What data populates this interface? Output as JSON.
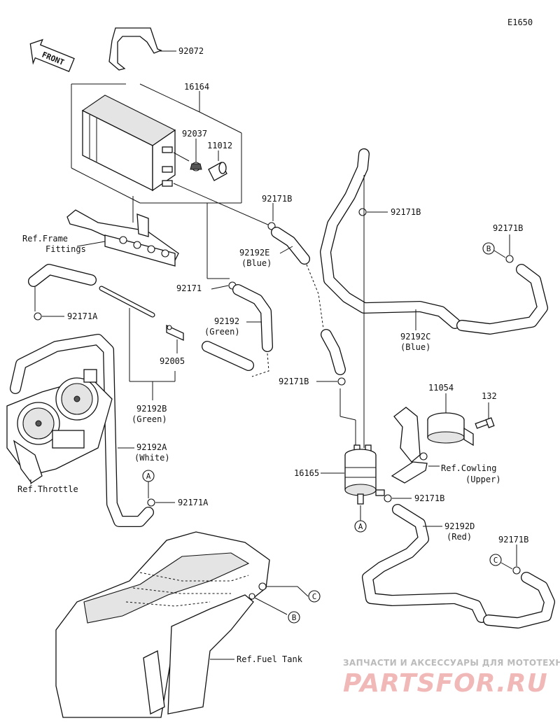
{
  "diagram_id": "E1650",
  "front_label": "FRONT",
  "callouts": {
    "p92072": "92072",
    "p16164": "16164",
    "p92037": "92037",
    "p11012": "11012",
    "p92171B_a": "92171B",
    "p92171B_b": "92171B",
    "p92171B_c": "92171B",
    "p92171B_d": "92171B",
    "p92171B_e": "92171B",
    "p92171B_f": "92171B",
    "p92171": "92171",
    "p92171A_a": "92171A",
    "p92171A_b": "92171A",
    "p92192E": "92192E",
    "p92192E_color": "(Blue)",
    "p92192": "92192",
    "p92192_color": "(Green)",
    "p92005": "92005",
    "p92192B": "92192B",
    "p92192B_color": "(Green)",
    "p92192A": "92192A",
    "p92192A_color": "(White)",
    "p92192C": "92192C",
    "p92192C_color": "(Blue)",
    "p92192D": "92192D",
    "p92192D_color": "(Red)",
    "p11054": "11054",
    "p132": "132",
    "p16165": "16165"
  },
  "references": {
    "frame_line1": "Ref.Frame",
    "frame_line2": "Fittings",
    "throttle": "Ref.Throttle",
    "cowling_line1": "Ref.Cowling",
    "cowling_line2": "(Upper)",
    "fuel_tank": "Ref.Fuel Tank"
  },
  "connectors": {
    "A_top": "A",
    "A_bottom": "A",
    "B_right": "B",
    "B_tank": "B",
    "C_right": "C",
    "C_tank": "C"
  },
  "watermark": {
    "line1": "ЗАПЧАСТИ И АКСЕССУАРЫ ДЛЯ МОТОТЕХНИКИ",
    "line2": "PARTSFOR.RU"
  }
}
